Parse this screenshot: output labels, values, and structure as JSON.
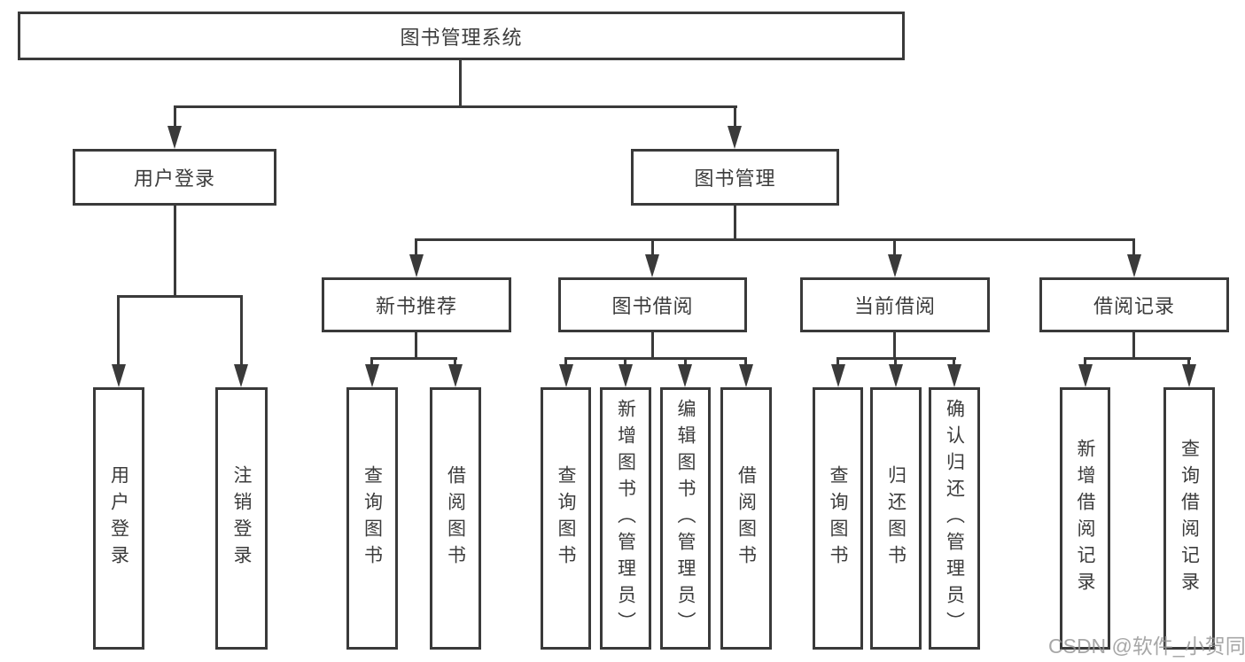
{
  "nodes": {
    "root": "图书管理系统",
    "user_login": {
      "label": "用户登录",
      "children": [
        "用户登录",
        "注销登录"
      ]
    },
    "book_mgmt": {
      "label": "图书管理",
      "sections": {
        "new_book_rec": {
          "label": "新书推荐",
          "children": [
            "查询图书",
            "借阅图书"
          ]
        },
        "book_borrow": {
          "label": "图书借阅",
          "children": [
            "查询图书",
            "新增图书（管理员）",
            "编辑图书（管理员）",
            "借阅图书"
          ]
        },
        "current_borrow": {
          "label": "当前借阅",
          "children": [
            "查询图书",
            "归还图书",
            "确认归还（管理员）"
          ]
        },
        "borrow_record": {
          "label": "借阅记录",
          "children": [
            "新增借阅记录",
            "查询借阅记录"
          ]
        }
      }
    }
  },
  "watermark": "CSDN @软件_小贺同学",
  "colors": {
    "line": "#3a3a3a",
    "text": "#3c3c3c",
    "background": "#ffffff",
    "watermark": "#b0b0b0"
  }
}
